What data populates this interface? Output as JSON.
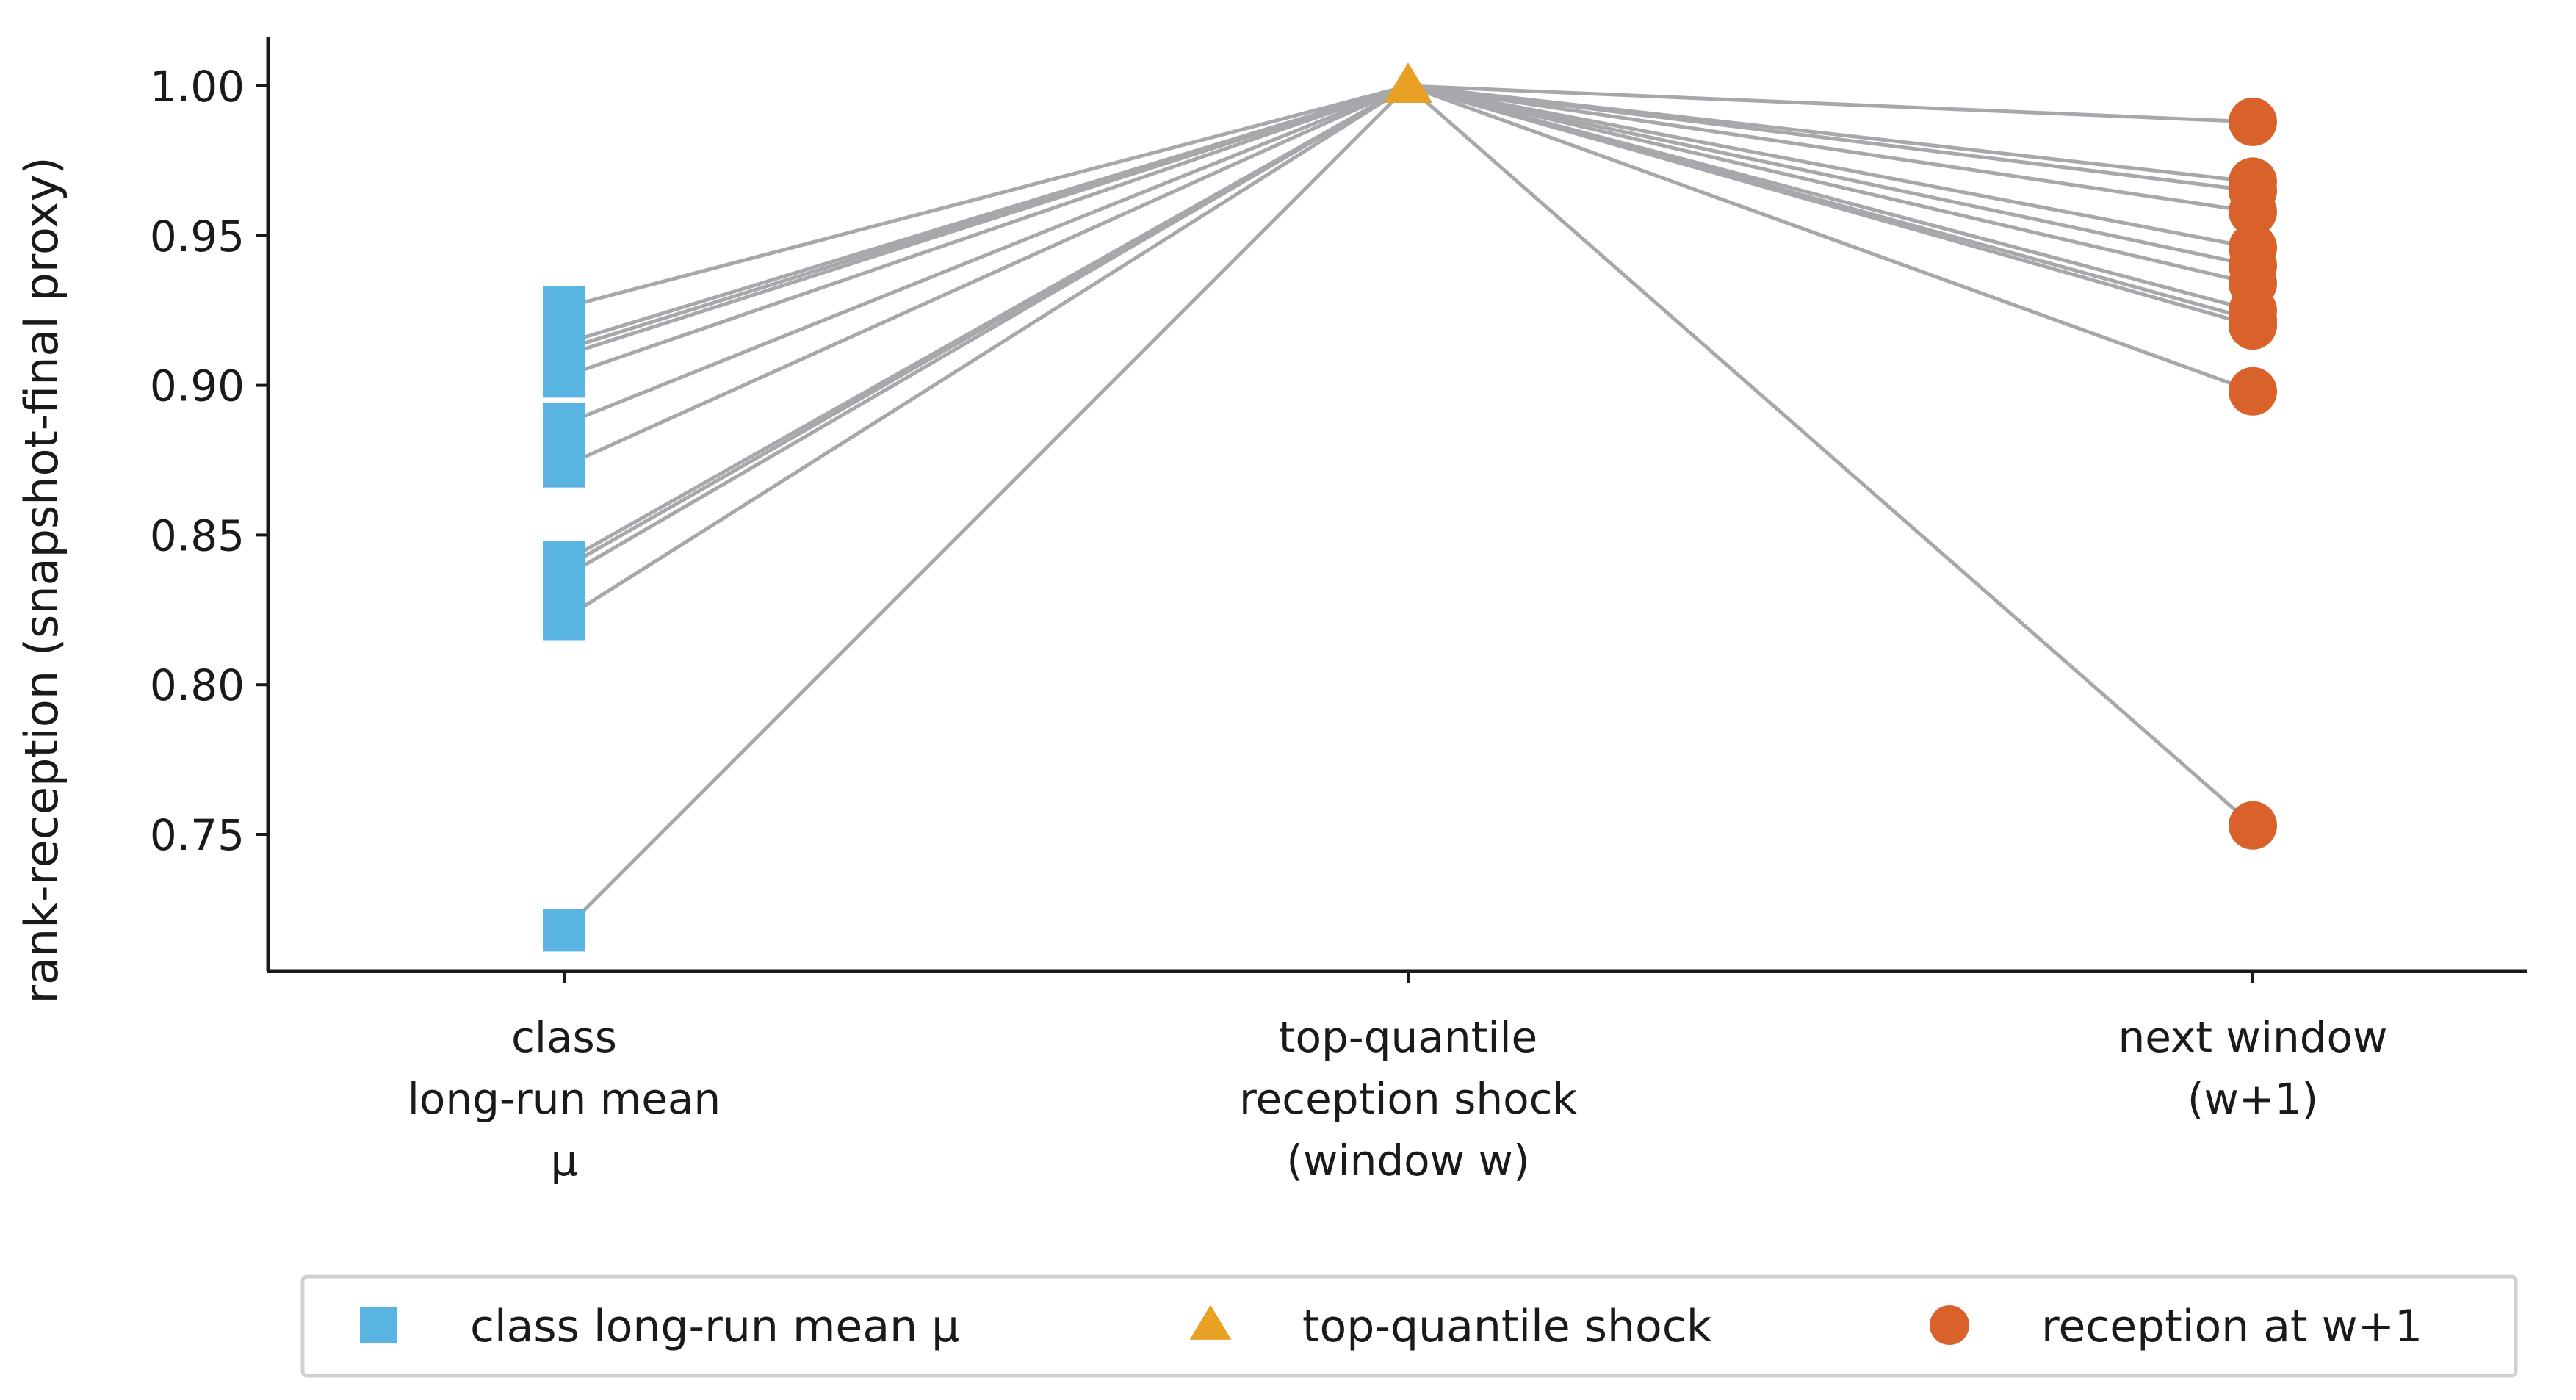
{
  "chart_data": {
    "type": "line",
    "ylabel": "rank-reception (snapshot-final proxy)",
    "ylim": [
      0.705,
      1.015
    ],
    "yticks": [
      "0.75",
      "0.80",
      "0.85",
      "0.90",
      "0.95",
      "1.00"
    ],
    "categories": [
      [
        "class",
        "long-run mean",
        "μ"
      ],
      [
        "top-quantile",
        "reception shock",
        "(window w)"
      ],
      [
        "next window",
        "(w+1)"
      ]
    ],
    "series": [
      {
        "values": [
          0.926,
          1.0,
          0.988
        ]
      },
      {
        "values": [
          0.914,
          1.0,
          0.968
        ]
      },
      {
        "values": [
          0.912,
          1.0,
          0.965
        ]
      },
      {
        "values": [
          0.91,
          1.0,
          0.958
        ]
      },
      {
        "values": [
          0.903,
          1.0,
          0.946
        ]
      },
      {
        "values": [
          0.887,
          1.0,
          0.94
        ]
      },
      {
        "values": [
          0.873,
          1.0,
          0.934
        ]
      },
      {
        "values": [
          0.841,
          1.0,
          0.925
        ]
      },
      {
        "values": [
          0.839,
          1.0,
          0.922
        ]
      },
      {
        "values": [
          0.836,
          1.0,
          0.92
        ]
      },
      {
        "values": [
          0.822,
          1.0,
          0.898
        ]
      },
      {
        "values": [
          0.718,
          1.0,
          0.753
        ]
      }
    ],
    "markers": [
      {
        "shape": "square",
        "color": "#5ab4e2"
      },
      {
        "shape": "triangle",
        "color": "#e8a125"
      },
      {
        "shape": "circle",
        "color": "#d8622a"
      }
    ],
    "line_color": "#a7a8ac",
    "legend": {
      "placement": "bottom-center",
      "entries": [
        {
          "label": "class long-run mean μ",
          "shape": "square",
          "color": "#5ab4e2"
        },
        {
          "label": "top-quantile shock",
          "shape": "triangle",
          "color": "#e8a125"
        },
        {
          "label": "reception at w+1",
          "shape": "circle",
          "color": "#d8622a"
        }
      ]
    },
    "grid": false
  }
}
